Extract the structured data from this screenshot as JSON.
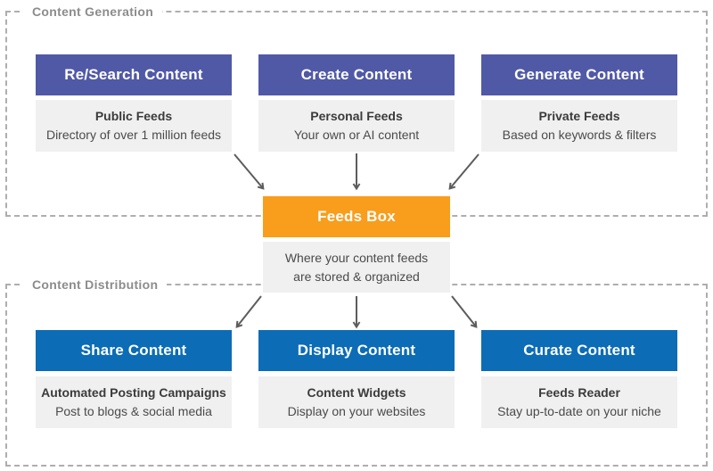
{
  "sections": {
    "generation": {
      "label": "Content Generation"
    },
    "distribution": {
      "label": "Content Distribution"
    }
  },
  "generation_cards": [
    {
      "title": "Re/Search Content",
      "feed_type": "Public Feeds",
      "description": "Directory of over 1 million feeds"
    },
    {
      "title": "Create Content",
      "feed_type": "Personal Feeds",
      "description": "Your own or AI content"
    },
    {
      "title": "Generate Content",
      "feed_type": "Private Feeds",
      "description": "Based on keywords & filters"
    }
  ],
  "hub": {
    "title": "Feeds Box",
    "description_line1": "Where your content feeds",
    "description_line2": "are stored & organized"
  },
  "distribution_cards": [
    {
      "title": "Share Content",
      "feature": "Automated Posting Campaigns",
      "description": "Post to blogs & social media"
    },
    {
      "title": "Display Content",
      "feature": "Content Widgets",
      "description": "Display on your websites"
    },
    {
      "title": "Curate Content",
      "feature": "Feeds Reader",
      "description": "Stay up-to-date on your niche"
    }
  ],
  "colors": {
    "purple": "#5059a6",
    "blue": "#0c6cb5",
    "orange": "#f99d1c",
    "desc_bg": "#f0f0f0"
  }
}
